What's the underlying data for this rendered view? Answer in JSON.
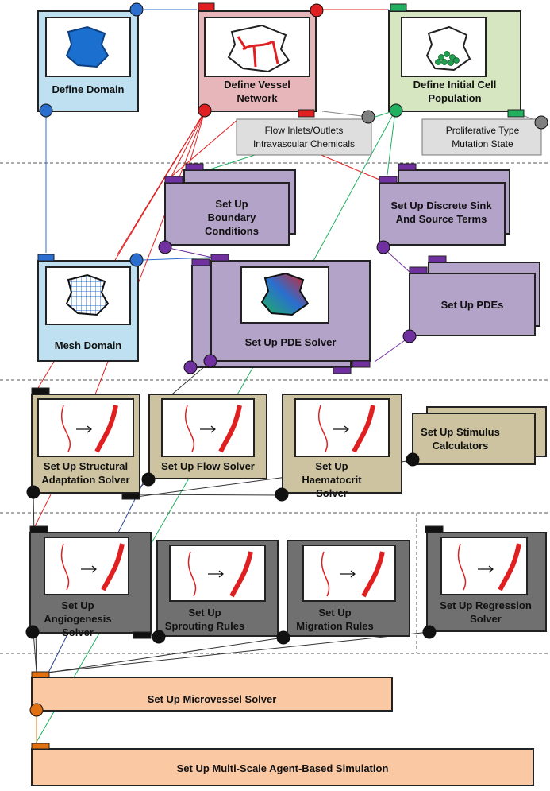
{
  "nodes": {
    "define_domain": "Define Domain",
    "define_vessel_network": "Define Vessel Network",
    "define_initial_cell_population": "Define Initial Cell Population",
    "flow_inlets_note": "Flow Inlets/Outlets Intravascular Chemicals",
    "proliferative_note": "Proliferative Type Mutation State",
    "boundary_conditions": "Set Up Boundary Conditions",
    "sink_source": "Set Up Discrete Sink And Source Terms",
    "mesh_domain": "Mesh Domain",
    "pde_solver": "Set Up PDE Solver",
    "pdes": "Set Up PDEs",
    "structural_adaptation": "Set Up Structural Adaptation Solver",
    "flow_solver": "Set Up Flow Solver",
    "haematocrit_solver": "Set Up Haematocrit Solver",
    "stimulus_calculators": "Set Up Stimulus Calculators",
    "angiogenesis_solver": "Set Up Angiogenesis Solver",
    "sprouting_rules": "Set Up Sprouting Rules",
    "migration_rules": "Set Up Migration Rules",
    "regression_solver": "Set Up Regression Solver",
    "microvessel_solver": "Set Up Microvessel Solver",
    "multiscale_simulation": "Set Up Multi-Scale Agent-Based Simulation"
  },
  "colors": {
    "blue_node": "#bfe0f0",
    "pink_node": "#e6b6ba",
    "green_node": "#d5e6c0",
    "purple_node": "#b4a3c8",
    "tan_node": "#cdc3a0",
    "gray_node": "#707070",
    "orange_node": "#fbc8a4",
    "note_bg": "#dedede",
    "blue_line": "#2a6fcf",
    "red_line": "#e02020",
    "green_line": "#20b060",
    "purple_line": "#7030a0",
    "black_line": "#111111",
    "orange_line": "#e07010"
  }
}
